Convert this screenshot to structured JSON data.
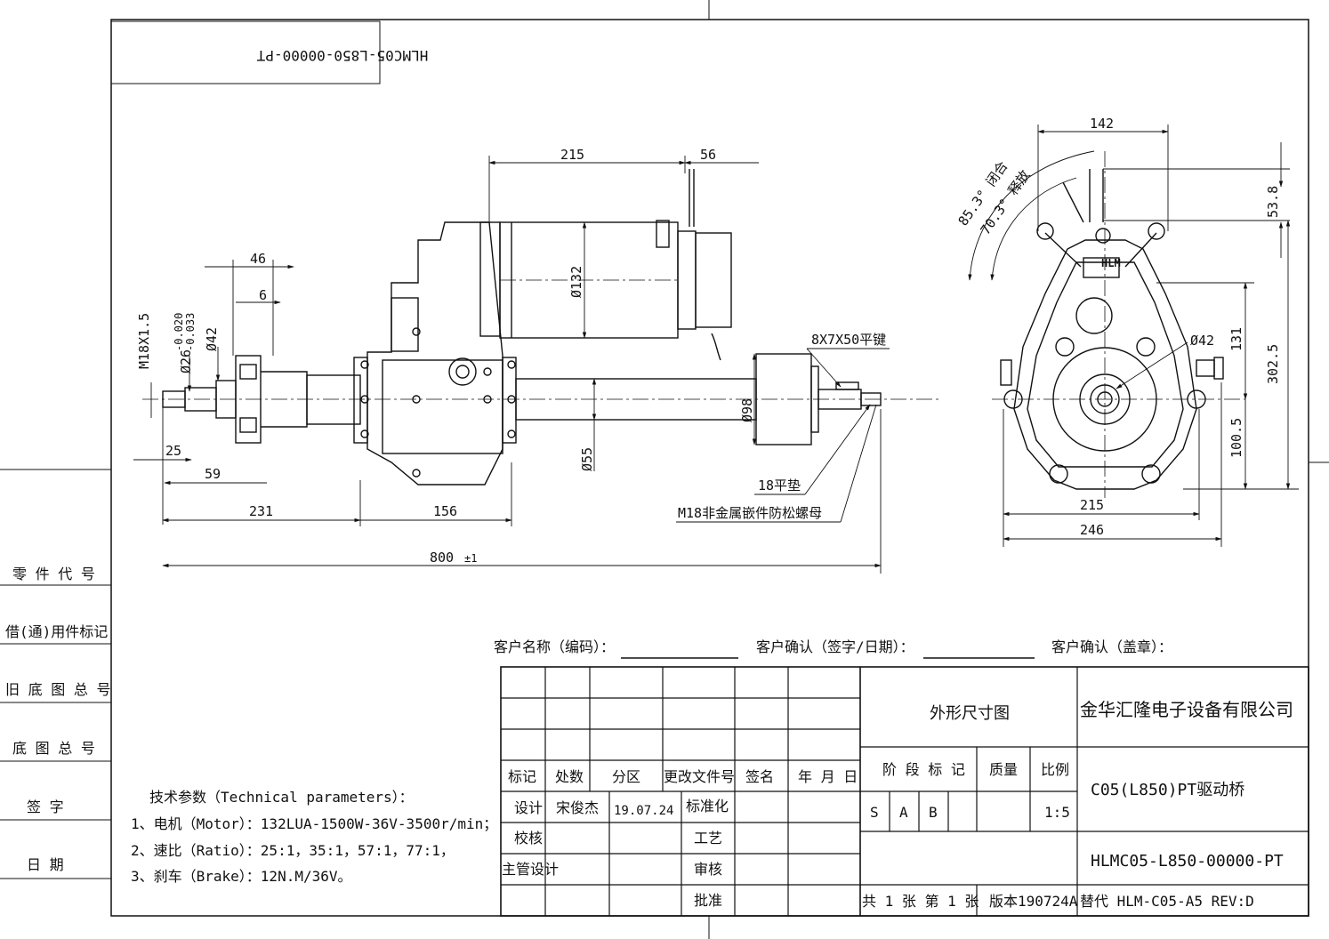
{
  "drawing_code_mirrored": "HLMC05-L850-00000-PT",
  "dimensions": {
    "d215": "215",
    "d56": "56",
    "d46": "46",
    "d6": "6",
    "tol_upper": "-0.020",
    "tol_lower": "-0.033",
    "m18": "M18X1.5",
    "phi26": "Ø26",
    "phi42_left": "Ø42",
    "phi132": "Ø132",
    "phi98": "Ø98",
    "phi55": "Ø55",
    "d25": "25",
    "d59": "59",
    "d231": "231",
    "d156": "156",
    "d800": "800",
    "pm1": "±1",
    "key": "8X7X50平键",
    "washer": "18平垫",
    "nut": "M18非金属嵌件防松螺母",
    "d142": "142",
    "d53_8": "53.8",
    "angle85": "85.3° 闭合",
    "angle70": "70.3° 释放",
    "phi42_right": "Ø42",
    "d131": "131",
    "d302_5": "302.5",
    "d100_5": "100.5",
    "d215b": "215",
    "d246": "246"
  },
  "logo_text": "HLM",
  "side_labels": [
    "零 件 代 号",
    "借(通)用件标记",
    "旧 底 图 总 号",
    "底 图 总 号",
    "签   字",
    "日   期"
  ],
  "customer": {
    "name_label": "客户名称（编码）：",
    "confirm_sign_label": "客户确认（签字/日期）：",
    "confirm_stamp_label": "客户确认（盖章）："
  },
  "tech_params": {
    "title": "技术参数（Technical parameters）：",
    "motor": "1、电机（Motor）：132LUA-1500W-36V-3500r/min；",
    "ratio": "2、速比（Ratio）：25:1，35:1，57:1，77:1，",
    "brake": "3、刹车（Brake）：12N.M/36V。"
  },
  "title_block": {
    "headers": [
      "标记",
      "处数",
      "分区",
      "更改文件号",
      "签名",
      "年 月 日"
    ],
    "design_label": "设计",
    "designer": "宋俊杰",
    "date": "19.07.24",
    "standard_label": "标准化",
    "check_label": "校核",
    "process_label": "工艺",
    "chief_label": "主管设计",
    "review_label": "审核",
    "approve_label": "批准",
    "drawing_title": "外形尺寸图",
    "stage_label": "阶 段 标 记",
    "mass_label": "质量",
    "scale_label": "比例",
    "stages": [
      "S",
      "A",
      "B"
    ],
    "scale": "1:5",
    "sheets": "共 1 张  第 1 张",
    "version": "版本190724A",
    "company": "金华汇隆电子设备有限公司",
    "product": "C05(L850)PT驱动桥",
    "drawing_no": "HLMC05-L850-00000-PT",
    "replaces": "替代  HLM-C05-A5  REV:D"
  }
}
